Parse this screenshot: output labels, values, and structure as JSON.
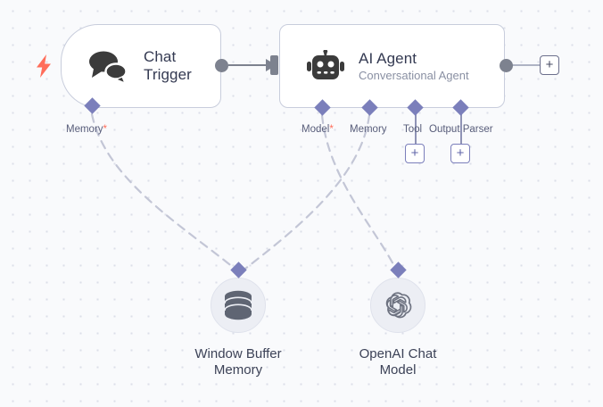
{
  "canvas": {
    "background_color": "#f9fafc",
    "grid_dot_color": "#dcdfe9"
  },
  "nodes": [
    {
      "id": "chat-trigger",
      "title": "Chat\nTrigger",
      "subtitle": "",
      "icon": "chat-bubbles-icon",
      "type": "trigger",
      "trigger_icon": "lightning-bolt-icon",
      "trigger_icon_color": "#ff6d5a"
    },
    {
      "id": "ai-agent",
      "title": "AI Agent",
      "subtitle": "Conversational Agent",
      "icon": "robot-icon",
      "type": "standard"
    }
  ],
  "subnodes": [
    {
      "id": "window-buffer-memory",
      "label": "Window Buffer\nMemory",
      "icon": "database-icon"
    },
    {
      "id": "openai-chat-model",
      "label": "OpenAI Chat\nModel",
      "icon": "openai-icon"
    }
  ],
  "ports": {
    "chat_trigger": [
      {
        "name": "memory",
        "label": "Memory",
        "required": true,
        "required_marker": "*"
      }
    ],
    "ai_agent": [
      {
        "name": "model",
        "label": "Model",
        "required": true,
        "required_marker": "*"
      },
      {
        "name": "memory",
        "label": "Memory",
        "required": false,
        "required_marker": ""
      },
      {
        "name": "tool",
        "label": "Tool",
        "required": false,
        "required_marker": ""
      },
      {
        "name": "output-parser",
        "label": "Output Parser",
        "required": false,
        "required_marker": ""
      }
    ]
  },
  "buttons": {
    "add_node_plus": "+",
    "add_tool_plus": "+",
    "add_output_parser_plus": "+"
  },
  "colors": {
    "node_border": "#c8cddc",
    "node_fill": "#ffffff",
    "port_diamond": "#7b7fbb",
    "connector_gray": "#7d828f",
    "dashed_wire": "#c3c6d6",
    "required_star": "#ff6d5a",
    "title_text": "#343a52",
    "subtitle_text": "#8a90a3"
  }
}
